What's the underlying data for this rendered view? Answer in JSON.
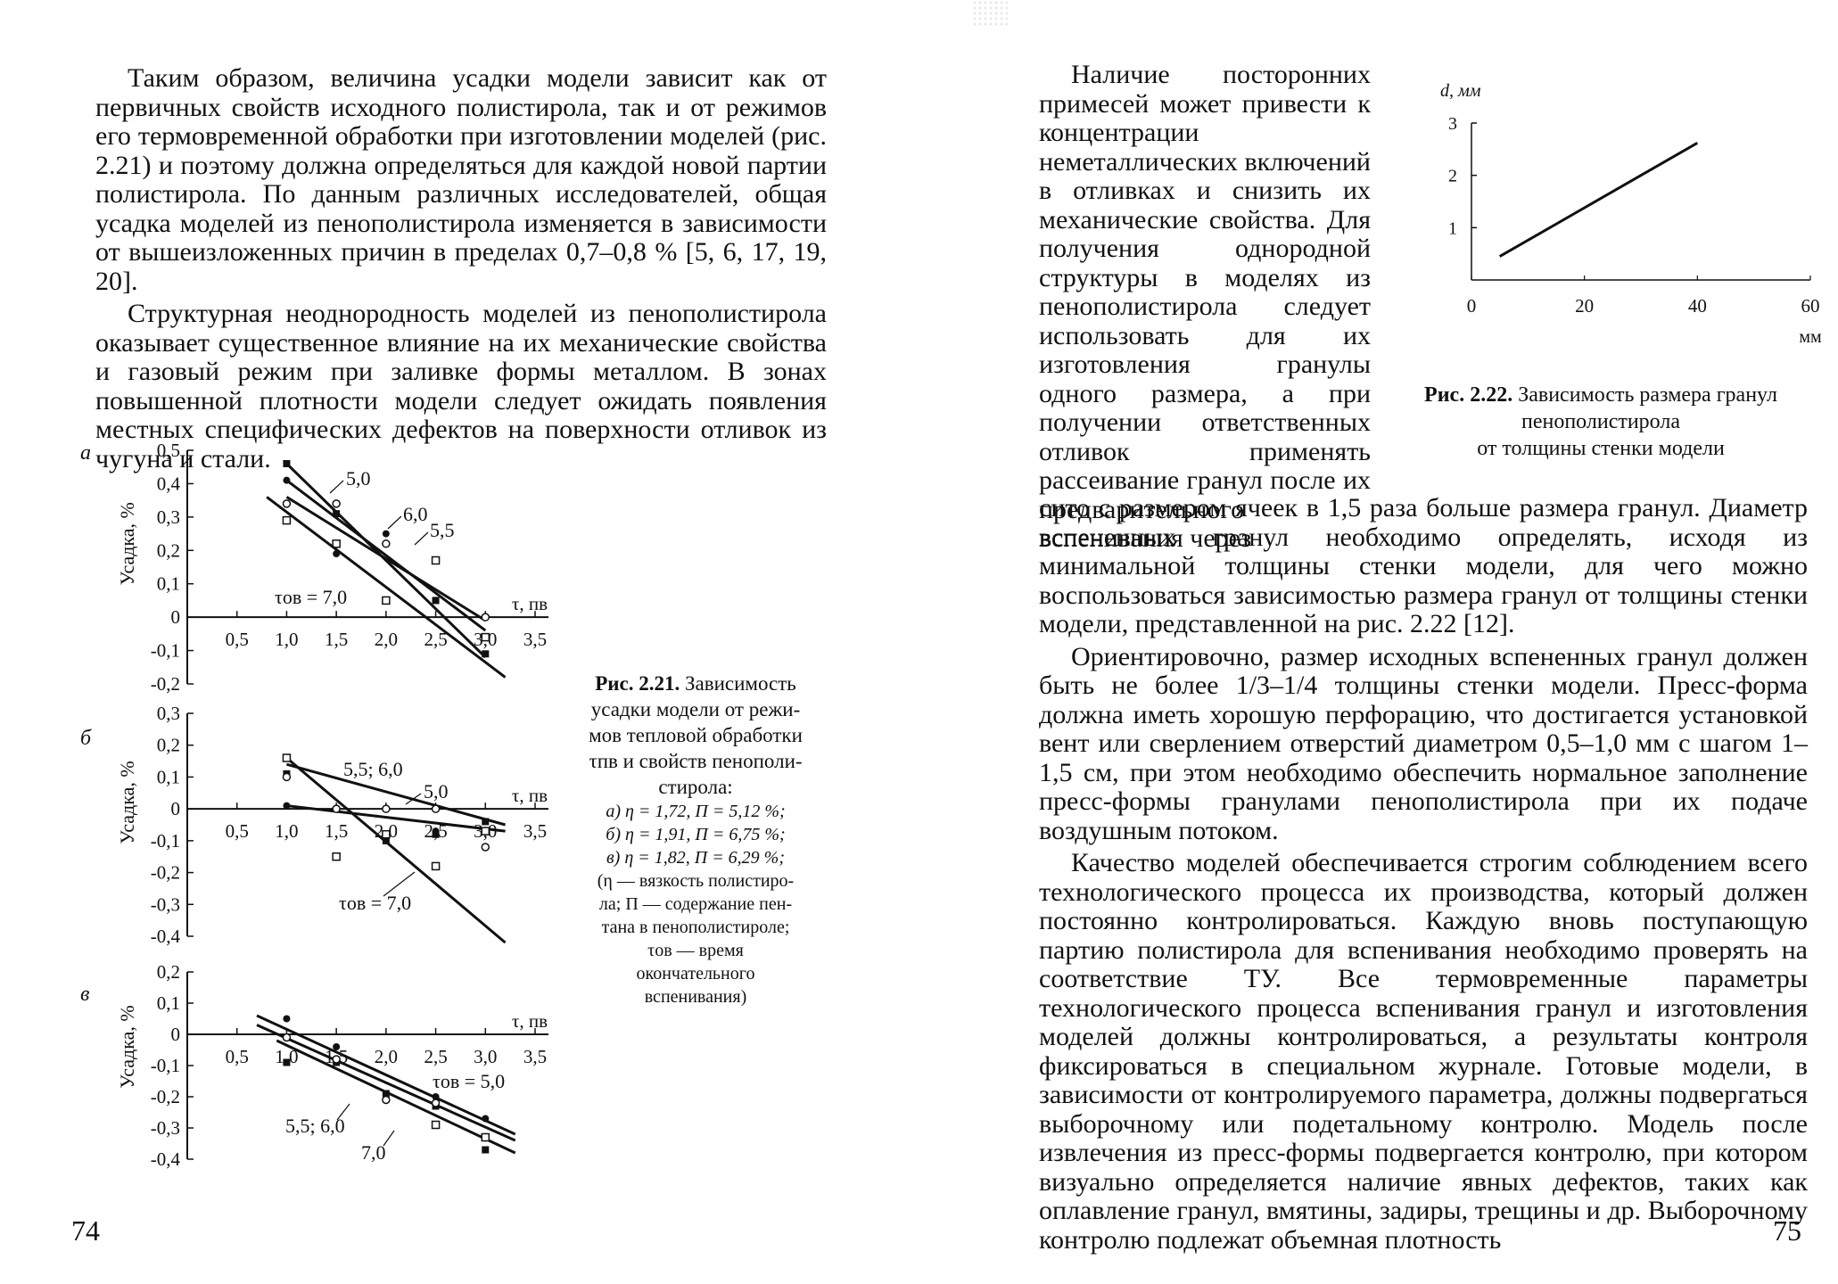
{
  "left_page": {
    "paragraphs": [
      "Таким образом, величина усадки модели зависит как от первичных свойств исходного полистирола, так и от режимов его термовременной обработки при изготовлении моделей (рис. 2.21) и поэтому должна определяться для каждой новой партии полистирола. По данным различных исследователей, общая усадка моделей из пенополистирола изменяется в зависимости от вышеизложенных причин в пределах 0,7–0,8 % [5, 6, 17, 19, 20].",
      "Структурная неоднородность моделей из пенополистирола оказывает существенное влияние на их механические свойства и газовый режим при заливке формы металлом. В зонах повышенной плотности модели следует ожидать появления местных специфических дефектов на поверхности отливок из чугуна и стали."
    ],
    "page_number": "74"
  },
  "right_page": {
    "wrap_paragraph": "Наличие посторонних примесей может привести к концентрации неметаллических включений в отливках и снизить их механические свойства. Для получения однородной структуры в моделях из пенополистирола следует использовать для их изготовления гранулы одного размера, а при получении ответственных отливок применять рассеивание гранул после их предварительного вспенивания через",
    "continuation": "сито с размером ячеек в 1,5 раза больше размера гранул. Диаметр вспененных гранул необходимо определять, исходя из минимальной толщины стенки модели, для чего можно воспользоваться зависимостью размера гранул от толщины стенки модели, представленной на рис. 2.22 [12].",
    "paragraphs": [
      "Ориентировочно, размер исходных вспененных гранул должен быть не более 1/3–1/4 толщины стенки модели. Пресс-форма должна иметь хорошую перфорацию, что достигается установкой вент или сверлением отверстий диаметром 0,5–1,0 мм с шагом 1–1,5 см, при этом необходимо обеспечить нормальное заполнение пресс-формы гранулами пенополистирола при их подаче воздушным потоком.",
      "Качество моделей обеспечивается строгим соблюдением всего технологического процесса их производства, который должен постоянно контролироваться. Каждую вновь поступающую партию полистирола для вспенивания необходимо проверять на соответствие ТУ. Все термовременные параметры технологического процесса вспенивания гранул и изготовления моделей должны контролироваться, а результаты контроля фиксироваться в специальном журнале. Готовые модели, в зависимости от контролируемого параметра, должны подвергаться выборочному или подетальному контролю. Модель после извлечения из пресс-формы подвергается контролю, при котором визуально определяется наличие явных дефектов, таких как оплавление гранул, вмятины, задиры, трещины и др. Выборочному контролю подлежат объемная плотность"
    ],
    "page_number": "75"
  },
  "fig21_caption": {
    "title": "Рис. 2.21.",
    "lines": [
      "Зависимость",
      "усадки модели от режи-",
      "мов тепловой обработки",
      "τпв и свойств пенополи-",
      "стирола:"
    ],
    "legend": [
      "а) η = 1,72, П = 5,12 %;",
      "б) η = 1,91, П = 6,75 %;",
      "в) η = 1,82, П = 6,29 %;"
    ],
    "note": [
      "(η — вязкость полистиро-",
      "ла; П — содержание пен-",
      "тана в пенополистироле;",
      "τов — время",
      "окончательного",
      "вспенивания)"
    ]
  },
  "fig22_caption": {
    "title": "Рис. 2.22.",
    "lines": [
      "Зависимость размера гранул",
      "пенополистирола",
      "от толщины стенки модели"
    ]
  },
  "chart_data": [
    {
      "id": "a",
      "type": "line",
      "panel_label": "а",
      "ylabel": "Усадка, %",
      "xlabel": "τ, пв",
      "x_ticks": [
        "0,5",
        "1,0",
        "1,5",
        "2,0",
        "2,5",
        "3,0",
        "3,5"
      ],
      "x_tick_values": [
        0.5,
        1.0,
        1.5,
        2.0,
        2.5,
        3.0,
        3.5
      ],
      "y_ticks": [
        "0,5",
        "0,4",
        "0,3",
        "0,2",
        "0,1",
        "0",
        "-0,1",
        "-0,2"
      ],
      "y_tick_values": [
        0.5,
        0.4,
        0.3,
        0.2,
        0.1,
        0,
        -0.1,
        -0.2
      ],
      "xlim": [
        0,
        3.5
      ],
      "ylim": [
        -0.2,
        0.5
      ],
      "series": [
        {
          "name": "5,0",
          "line": [
            [
              1.0,
              0.46
            ],
            [
              3.0,
              -0.12
            ]
          ],
          "marker": "filled-square",
          "points": [
            [
              1.0,
              0.46
            ],
            [
              1.5,
              0.31
            ],
            [
              2.5,
              0.05
            ],
            [
              3.0,
              -0.11
            ]
          ]
        },
        {
          "name": "6,0",
          "line": [
            [
              1.0,
              0.41
            ],
            [
              3.0,
              -0.04
            ]
          ],
          "marker": "filled-circle",
          "points": [
            [
              1.0,
              0.41
            ],
            [
              1.5,
              0.19
            ],
            [
              2.0,
              0.25
            ],
            [
              2.5,
              0.05
            ]
          ]
        },
        {
          "name": "5,5",
          "line": [
            [
              1.0,
              0.36
            ],
            [
              3.0,
              -0.01
            ]
          ],
          "marker": "open-square",
          "points": [
            [
              1.0,
              0.29
            ],
            [
              1.5,
              0.22
            ],
            [
              2.0,
              0.05
            ],
            [
              2.5,
              0.17
            ],
            [
              3.0,
              -0.06
            ]
          ]
        },
        {
          "name": "τов = 7,0",
          "line": [
            [
              0.8,
              0.36
            ],
            [
              3.2,
              -0.18
            ]
          ],
          "marker": "open-circle",
          "points": [
            [
              1.0,
              0.34
            ],
            [
              1.5,
              0.34
            ],
            [
              2.0,
              0.22
            ],
            [
              3.0,
              0.0
            ]
          ]
        }
      ],
      "labels": [
        "5,0",
        "6,0",
        "5,5",
        "τов = 7,0"
      ]
    },
    {
      "id": "b",
      "type": "line",
      "panel_label": "б",
      "ylabel": "Усадка, %",
      "xlabel": "τ, пв",
      "x_ticks": [
        "0,5",
        "1,0",
        "1,5",
        "2,0",
        "2,5",
        "3,0",
        "3,5"
      ],
      "x_tick_values": [
        0.5,
        1.0,
        1.5,
        2.0,
        2.5,
        3.0,
        3.5
      ],
      "y_ticks": [
        "0,3",
        "0,2",
        "0,1",
        "0",
        "-0,1",
        "-0,2",
        "-0,3",
        "-0,4"
      ],
      "y_tick_values": [
        0.3,
        0.2,
        0.1,
        0,
        -0.1,
        -0.2,
        -0.3,
        -0.4
      ],
      "xlim": [
        0,
        3.5
      ],
      "ylim": [
        -0.4,
        0.3
      ],
      "series": [
        {
          "name": "5,5; 6,0",
          "line": [
            [
              1.0,
              0.14
            ],
            [
              3.2,
              -0.05
            ]
          ],
          "marker": "filled-square",
          "points": [
            [
              1.0,
              0.11
            ],
            [
              2.0,
              -0.1
            ],
            [
              2.5,
              -0.08
            ],
            [
              3.0,
              -0.04
            ]
          ]
        },
        {
          "name": "5,0",
          "line": [
            [
              1.0,
              0.01
            ],
            [
              3.2,
              -0.07
            ]
          ],
          "marker": "filled-circle",
          "points": [
            [
              1.0,
              0.01
            ],
            [
              2.0,
              0.0
            ],
            [
              2.5,
              -0.07
            ],
            [
              3.0,
              -0.07
            ]
          ]
        },
        {
          "name": "τов = 7,0",
          "line": [
            [
              1.0,
              0.16
            ],
            [
              3.2,
              -0.42
            ]
          ],
          "marker": "open-square",
          "points": [
            [
              1.0,
              0.16
            ],
            [
              1.5,
              -0.15
            ],
            [
              2.0,
              -0.08
            ],
            [
              2.5,
              -0.18
            ],
            [
              3.0,
              -0.07
            ]
          ]
        },
        {
          "name": "open-circle",
          "line": [],
          "marker": "open-circle",
          "points": [
            [
              1.0,
              0.1
            ],
            [
              1.5,
              0.0
            ],
            [
              2.0,
              0.0
            ],
            [
              2.5,
              0.0
            ],
            [
              3.0,
              -0.12
            ]
          ]
        }
      ],
      "labels": [
        "5,5; 6,0",
        "5,0",
        "τов = 7,0"
      ]
    },
    {
      "id": "v",
      "type": "line",
      "panel_label": "в",
      "ylabel": "Усадка, %",
      "xlabel": "τ, пв",
      "x_ticks": [
        "0,5",
        "1,0",
        "1,5",
        "2,0",
        "2,5",
        "3,0",
        "3,5"
      ],
      "x_tick_values": [
        0.5,
        1.0,
        1.5,
        2.0,
        2.5,
        3.0,
        3.5
      ],
      "y_ticks": [
        "0,2",
        "0,1",
        "0",
        "-0,1",
        "-0,2",
        "-0,3",
        "-0,4"
      ],
      "y_tick_values": [
        0.2,
        0.1,
        0,
        -0.1,
        -0.2,
        -0.3,
        -0.4
      ],
      "xlim": [
        0,
        3.5
      ],
      "ylim": [
        -0.4,
        0.2
      ],
      "series": [
        {
          "name": "τов = 5,0",
          "line": [
            [
              0.7,
              0.06
            ],
            [
              3.3,
              -0.32
            ]
          ],
          "marker": "filled-circle",
          "points": [
            [
              1.0,
              0.05
            ],
            [
              1.5,
              -0.04
            ],
            [
              2.5,
              -0.2
            ],
            [
              3.0,
              -0.27
            ]
          ]
        },
        {
          "name": "5,5; 6,0",
          "line": [
            [
              0.7,
              0.03
            ],
            [
              3.3,
              -0.34
            ]
          ],
          "marker": "filled-square",
          "points": [
            [
              1.0,
              -0.09
            ],
            [
              1.5,
              -0.09
            ],
            [
              2.0,
              -0.19
            ],
            [
              2.5,
              -0.23
            ],
            [
              3.0,
              -0.37
            ]
          ]
        },
        {
          "name": "7,0",
          "line": [
            [
              0.9,
              -0.02
            ],
            [
              3.3,
              -0.38
            ]
          ],
          "marker": "open-circle",
          "points": [
            [
              1.0,
              -0.01
            ],
            [
              1.5,
              -0.08
            ],
            [
              2.0,
              -0.21
            ],
            [
              2.5,
              -0.22
            ],
            [
              3.0,
              -0.33
            ]
          ]
        },
        {
          "name": "open-square",
          "line": [],
          "marker": "open-square",
          "points": [
            [
              2.5,
              -0.29
            ],
            [
              3.0,
              -0.33
            ]
          ]
        }
      ],
      "labels": [
        "τов = 5,0",
        "5,5; 6,0",
        "7,0"
      ]
    },
    {
      "id": "fig22",
      "type": "line",
      "ylabel": "d, мм",
      "xlabel": "мм",
      "x_ticks": [
        "0",
        "20",
        "40",
        "60"
      ],
      "x_tick_values": [
        0,
        20,
        40,
        60
      ],
      "y_ticks": [
        "3",
        "2",
        "1"
      ],
      "y_tick_values": [
        3,
        2,
        1
      ],
      "xlim": [
        0,
        60
      ],
      "ylim": [
        0,
        3
      ],
      "series": [
        {
          "name": "",
          "line": [
            [
              5,
              0.45
            ],
            [
              40,
              2.62
            ]
          ]
        }
      ]
    }
  ]
}
